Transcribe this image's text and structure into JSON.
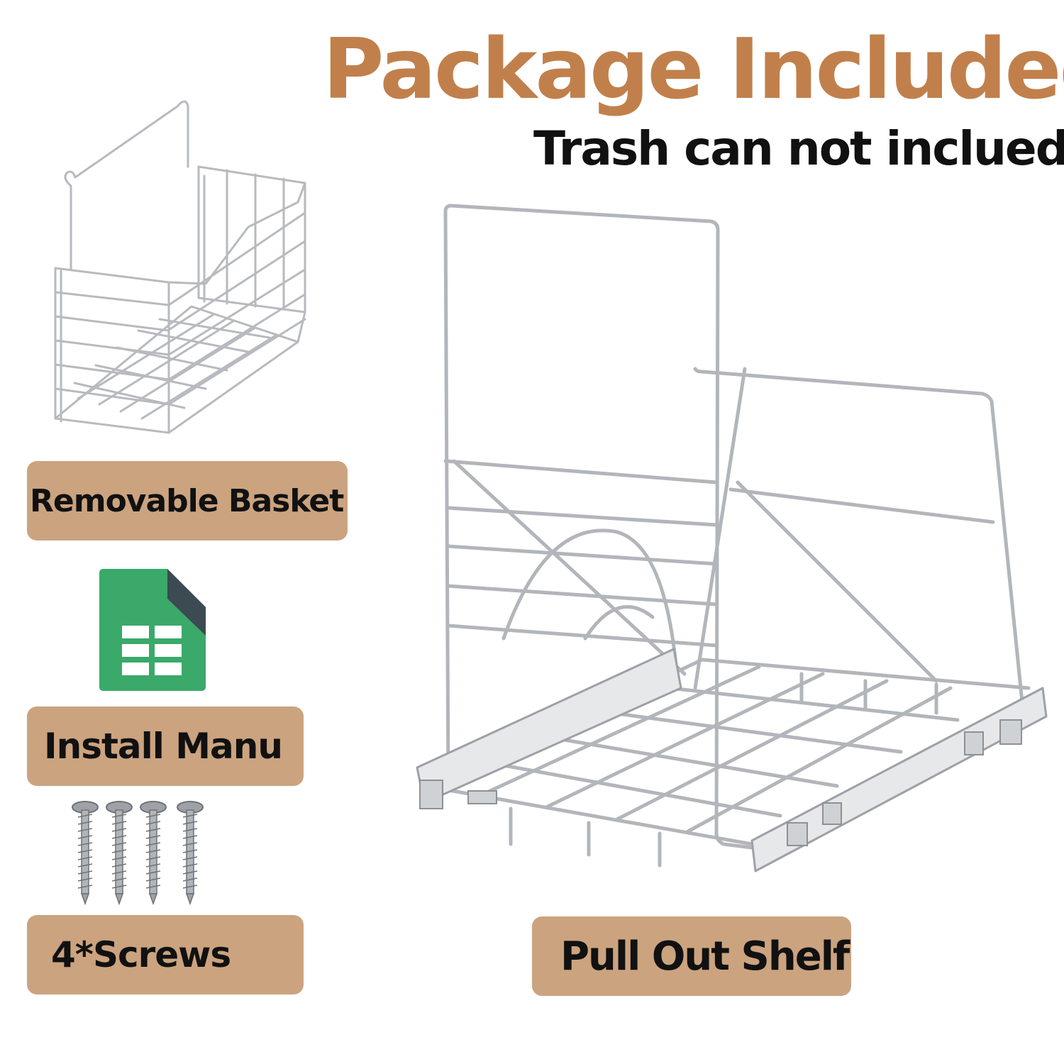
{
  "header": {
    "title": "Package Included",
    "subtitle": "Trash can not inclued"
  },
  "items": {
    "basket_label": "Removable Basket",
    "manual_label": "Install Manu",
    "screws_label": "4*Screws",
    "shelf_label": "Pull Out Shelf"
  },
  "icons": {
    "manual": "spreadsheet-file-icon",
    "screws": "screw-icon",
    "basket": "wire-basket-image",
    "shelf": "pull-out-shelf-image"
  },
  "colors": {
    "title": "#c1804b",
    "label_background": "#cba37f",
    "text": "#111111",
    "icon_green": "#3aa96a",
    "icon_fold": "#3c4a52",
    "metal": "#b9bcc0"
  }
}
